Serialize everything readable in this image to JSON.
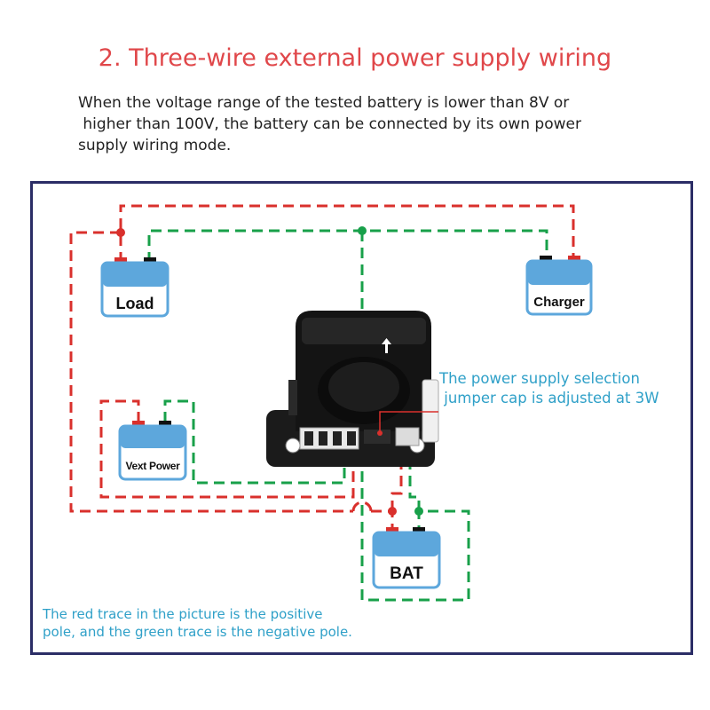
{
  "title": "2. Three-wire external power supply wiring",
  "description": [
    "When the voltage range of the tested battery is lower than 8V or",
    " higher than 100V, the battery can be connected by its own power",
    "supply wiring mode."
  ],
  "components": {
    "load": "Load",
    "charger": "Charger",
    "vext_power": "Vext Power",
    "bat": "BAT"
  },
  "jumper_note": [
    "The power supply selection",
    " jumper cap is adjusted at 3W"
  ],
  "legend_note": [
    "The red trace in the picture is the positive",
    "pole, and the green trace is the negative pole."
  ],
  "colors": {
    "title": "#e0474a",
    "positive_wire": "#d9302c",
    "negative_wire": "#18a04a",
    "note_text": "#2fa0c8",
    "component_fill": "#ffffff",
    "component_top": "#5da7dc",
    "frame": "#2b2d66"
  }
}
